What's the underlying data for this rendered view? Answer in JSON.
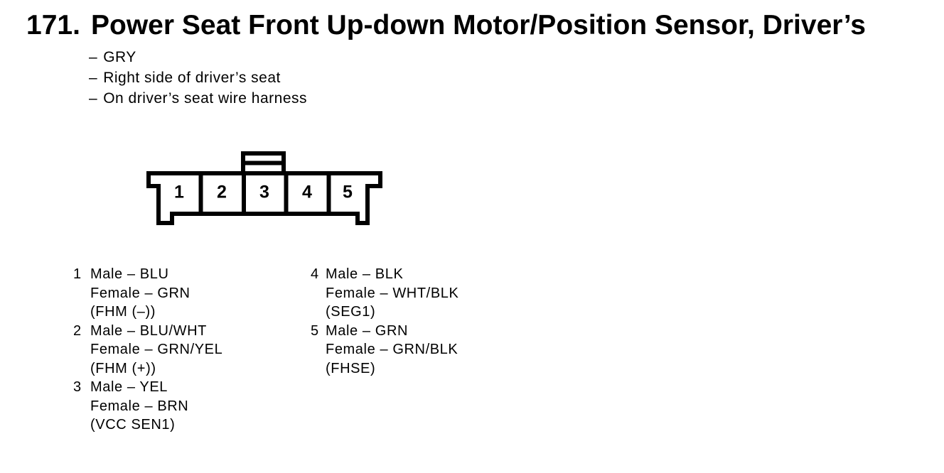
{
  "page": {
    "background_color": "#ffffff",
    "text_color": "#000000"
  },
  "header": {
    "number": "171.",
    "title": "Power Seat Front Up-down Motor/Position Sensor, Driver’s"
  },
  "notes": {
    "bullet": "–",
    "items": [
      "GRY",
      "Right side of driver’s seat",
      "On driver’s seat wire harness"
    ]
  },
  "connector": {
    "pin_labels": [
      "1",
      "2",
      "3",
      "4",
      "5"
    ],
    "outline_color": "#000000",
    "fill_color": "#ffffff"
  },
  "pin_list": {
    "columns": [
      {
        "pins": [
          {
            "number": "1",
            "lines": [
              "Male – BLU",
              "Female – GRN",
              "(FHM (–))"
            ]
          },
          {
            "number": "2",
            "lines": [
              "Male – BLU/WHT",
              "Female – GRN/YEL",
              "(FHM (+))"
            ]
          },
          {
            "number": "3",
            "lines": [
              "Male – YEL",
              "Female – BRN",
              "(VCC SEN1)"
            ]
          }
        ]
      },
      {
        "pins": [
          {
            "number": "4",
            "lines": [
              "Male – BLK",
              "Female – WHT/BLK",
              "(SEG1)"
            ]
          },
          {
            "number": "5",
            "lines": [
              "Male – GRN",
              "Female – GRN/BLK",
              "(FHSE)"
            ]
          }
        ]
      }
    ]
  }
}
